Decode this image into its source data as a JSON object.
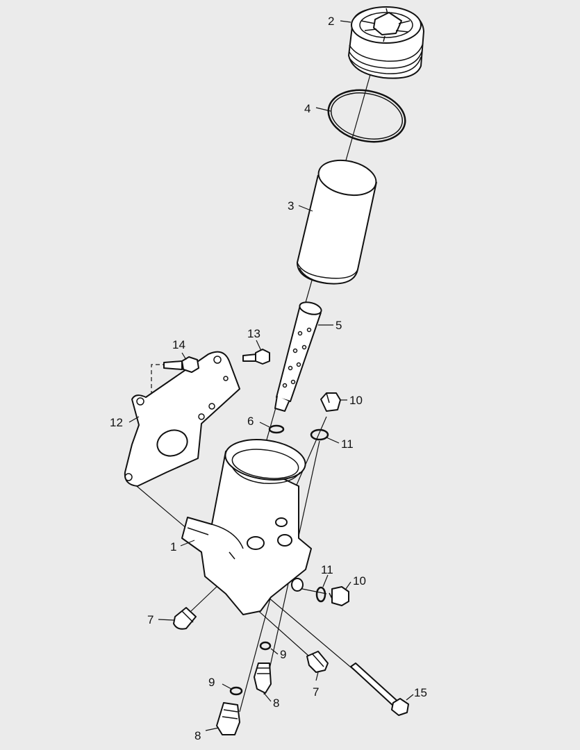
{
  "callouts": [
    {
      "id": "c2",
      "text": "2"
    },
    {
      "id": "c4",
      "text": "4"
    },
    {
      "id": "c3",
      "text": "3"
    },
    {
      "id": "c5",
      "text": "5"
    },
    {
      "id": "c14",
      "text": "14"
    },
    {
      "id": "c13",
      "text": "13"
    },
    {
      "id": "c10a",
      "text": "10"
    },
    {
      "id": "c12",
      "text": "12"
    },
    {
      "id": "c6",
      "text": "6"
    },
    {
      "id": "c11a",
      "text": "11"
    },
    {
      "id": "c1",
      "text": "1"
    },
    {
      "id": "c11b",
      "text": "11"
    },
    {
      "id": "c10b",
      "text": "10"
    },
    {
      "id": "c7a",
      "text": "7"
    },
    {
      "id": "c9a",
      "text": "9"
    },
    {
      "id": "c9b",
      "text": "9"
    },
    {
      "id": "c7b",
      "text": "7"
    },
    {
      "id": "c15",
      "text": "15"
    },
    {
      "id": "c8a",
      "text": "8"
    },
    {
      "id": "c8b",
      "text": "8"
    }
  ]
}
